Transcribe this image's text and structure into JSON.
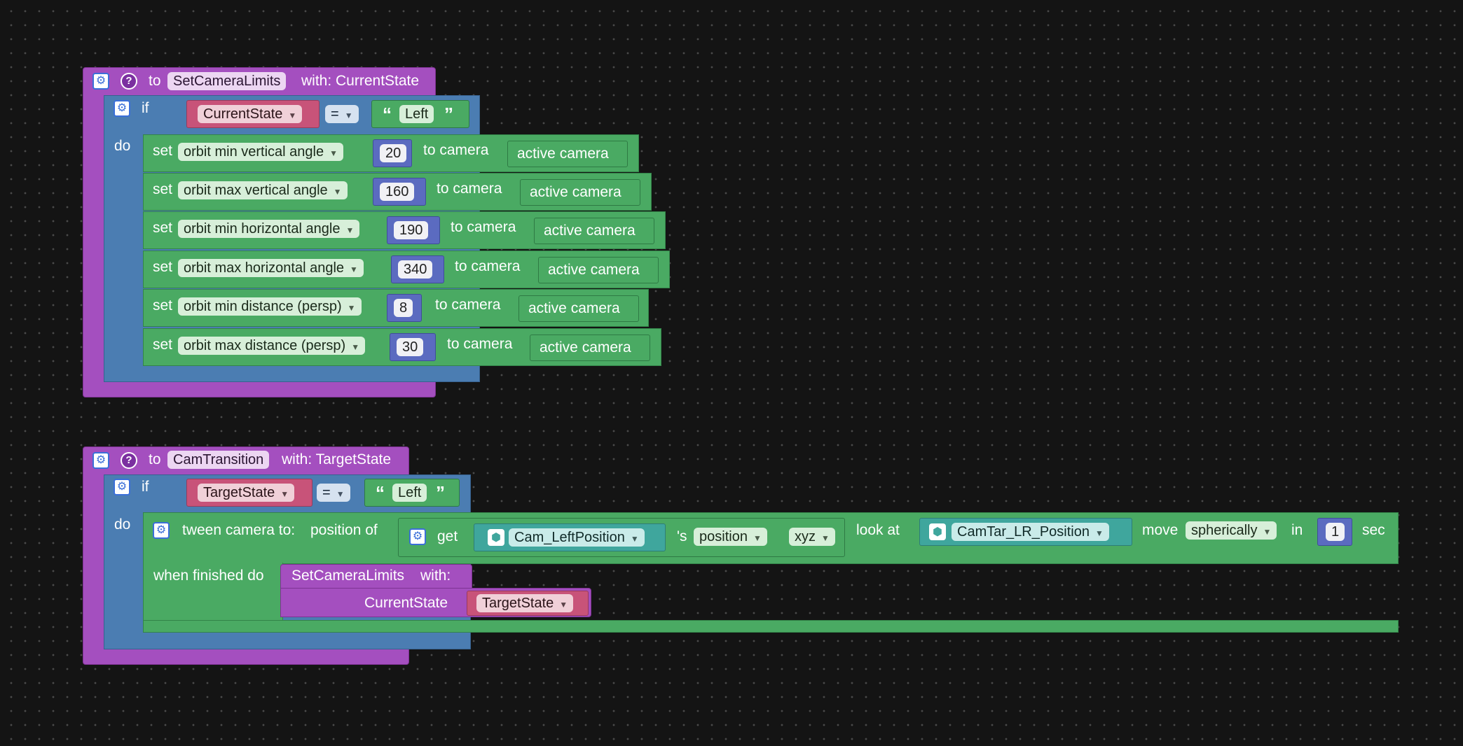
{
  "colors": {
    "procedure": "#a44fbf",
    "if_block": "#4b7db2",
    "camera_block": "#4aaa63",
    "number_block": "#5b6bc0",
    "variable_block": "#c85379",
    "object_block": "#3fa69d",
    "workspace_bg": "#141414"
  },
  "icons": {
    "gear": "gear-icon",
    "help": "help-icon",
    "object": "cube-icon",
    "dropdown": "chevron-down-icon",
    "open_quote": "open-quote-icon",
    "close_quote": "close-quote-icon"
  },
  "proc1": {
    "to": "to",
    "name": "SetCameraLimits",
    "with": "with: CurrentState",
    "if": "if",
    "do": "do",
    "cond_var": "CurrentState",
    "cond_op": "=",
    "cond_text": "Left",
    "rows": [
      {
        "set": "set",
        "prop": "orbit min vertical angle",
        "value": "20",
        "to": "to camera",
        "cam": "active camera"
      },
      {
        "set": "set",
        "prop": "orbit max vertical angle",
        "value": "160",
        "to": "to camera",
        "cam": "active camera"
      },
      {
        "set": "set",
        "prop": "orbit min horizontal angle",
        "value": "190",
        "to": "to camera",
        "cam": "active camera"
      },
      {
        "set": "set",
        "prop": "orbit max horizontal angle",
        "value": "340",
        "to": "to camera",
        "cam": "active camera"
      },
      {
        "set": "set",
        "prop": "orbit min distance (persp)",
        "value": "8",
        "to": "to camera",
        "cam": "active camera"
      },
      {
        "set": "set",
        "prop": "orbit max distance (persp)",
        "value": "30",
        "to": "to camera",
        "cam": "active camera"
      }
    ]
  },
  "proc2": {
    "to": "to",
    "name": "CamTransition",
    "with": "with: TargetState",
    "if": "if",
    "do": "do",
    "cond_var": "TargetState",
    "cond_op": "=",
    "cond_text": "Left",
    "tween": {
      "label": "tween camera to:",
      "position_of": "position of",
      "get": "get",
      "object": "Cam_LeftPosition",
      "s": "'s",
      "attr": "position",
      "axes": "xyz",
      "look_at": "look at",
      "target": "CamTar_LR_Position",
      "move": "move",
      "mode": "spherically",
      "in": "in",
      "duration": "1",
      "sec": "sec",
      "when_finished": "when finished do"
    },
    "call": {
      "name": "SetCameraLimits",
      "with": "with:",
      "param": "CurrentState",
      "arg": "TargetState"
    }
  }
}
